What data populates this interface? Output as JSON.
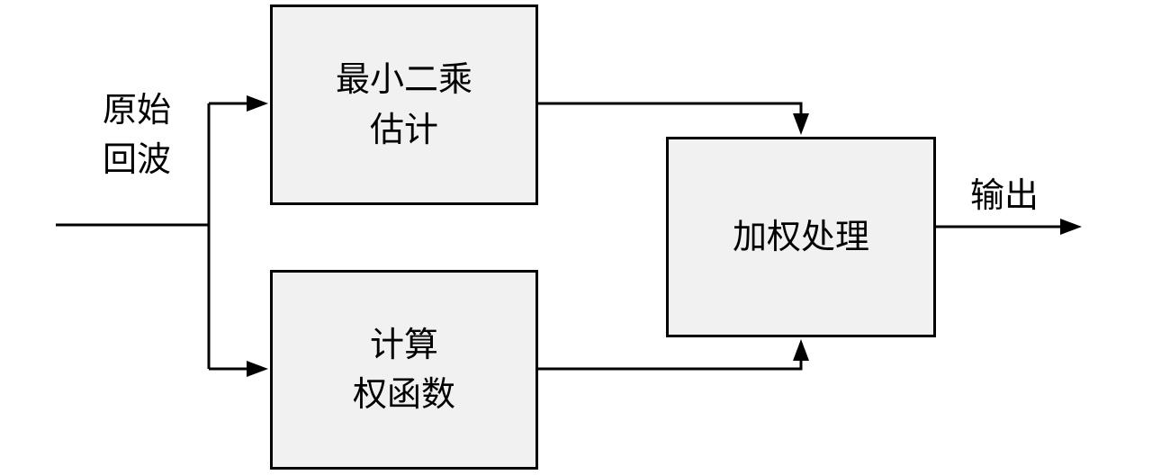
{
  "diagram": {
    "input_label_line1": "原始",
    "input_label_line2": "回波",
    "output_label": "输出",
    "box_top_line1": "最小二乘",
    "box_top_line2": "估计",
    "box_bottom_line1": "计算",
    "box_bottom_line2": "权函数",
    "box_right_label": "加权处理",
    "colors": {
      "background": "#ffffff",
      "box_fill": "#f1f1f1",
      "box_border": "#000000",
      "line": "#000000"
    }
  }
}
